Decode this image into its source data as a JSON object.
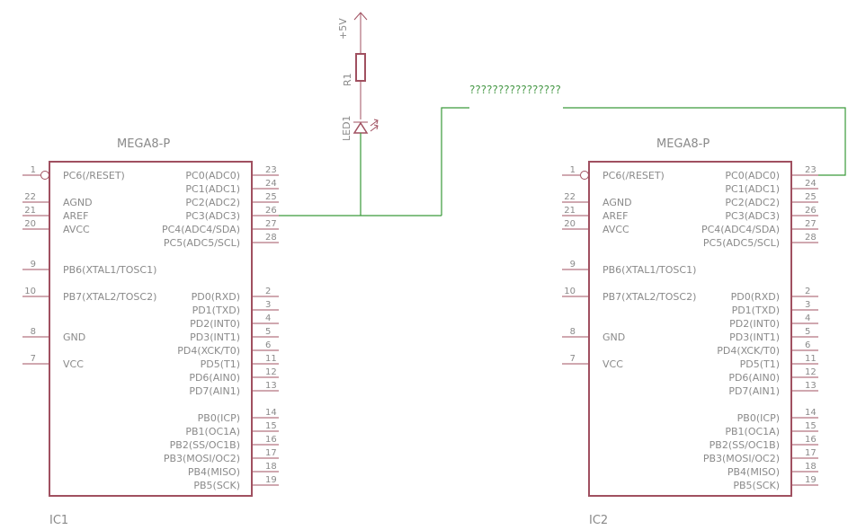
{
  "net_label": "????????????????",
  "power": {
    "label": "+5V"
  },
  "resistor": {
    "name": "R1"
  },
  "led": {
    "name": "LED1"
  },
  "chips": [
    {
      "id": "ic1",
      "type": "MEGA8-P",
      "name": "IC1",
      "left_pins": [
        {
          "num": "1",
          "label": "PC6(/RESET)",
          "inverted": true
        },
        {
          "num": "22",
          "label": "AGND"
        },
        {
          "num": "21",
          "label": "AREF"
        },
        {
          "num": "20",
          "label": "AVCC"
        },
        {
          "num": "9",
          "label": "PB6(XTAL1/TOSC1)"
        },
        {
          "num": "10",
          "label": "PB7(XTAL2/TOSC2)"
        },
        {
          "num": "8",
          "label": "GND"
        },
        {
          "num": "7",
          "label": "VCC"
        }
      ],
      "right_pins": [
        {
          "num": "23",
          "label": "PC0(ADC0)"
        },
        {
          "num": "24",
          "label": "PC1(ADC1)"
        },
        {
          "num": "25",
          "label": "PC2(ADC2)"
        },
        {
          "num": "26",
          "label": "PC3(ADC3)"
        },
        {
          "num": "27",
          "label": "PC4(ADC4/SDA)"
        },
        {
          "num": "28",
          "label": "PC5(ADC5/SCL)"
        },
        {
          "num": "2",
          "label": "PD0(RXD)"
        },
        {
          "num": "3",
          "label": "PD1(TXD)"
        },
        {
          "num": "4",
          "label": "PD2(INT0)"
        },
        {
          "num": "5",
          "label": "PD3(INT1)"
        },
        {
          "num": "6",
          "label": "PD4(XCK/T0)"
        },
        {
          "num": "11",
          "label": "PD5(T1)"
        },
        {
          "num": "12",
          "label": "PD6(AIN0)"
        },
        {
          "num": "13",
          "label": "PD7(AIN1)"
        },
        {
          "num": "14",
          "label": "PB0(ICP)"
        },
        {
          "num": "15",
          "label": "PB1(OC1A)"
        },
        {
          "num": "16",
          "label": "PB2(SS/OC1B)"
        },
        {
          "num": "17",
          "label": "PB3(MOSI/OC2)"
        },
        {
          "num": "18",
          "label": "PB4(MISO)"
        },
        {
          "num": "19",
          "label": "PB5(SCK)"
        }
      ]
    },
    {
      "id": "ic2",
      "type": "MEGA8-P",
      "name": "IC2",
      "left_pins": [
        {
          "num": "1",
          "label": "PC6(/RESET)",
          "inverted": true
        },
        {
          "num": "22",
          "label": "AGND"
        },
        {
          "num": "21",
          "label": "AREF"
        },
        {
          "num": "20",
          "label": "AVCC"
        },
        {
          "num": "9",
          "label": "PB6(XTAL1/TOSC1)"
        },
        {
          "num": "10",
          "label": "PB7(XTAL2/TOSC2)"
        },
        {
          "num": "8",
          "label": "GND"
        },
        {
          "num": "7",
          "label": "VCC"
        }
      ],
      "right_pins": [
        {
          "num": "23",
          "label": "PC0(ADC0)"
        },
        {
          "num": "24",
          "label": "PC1(ADC1)"
        },
        {
          "num": "25",
          "label": "PC2(ADC2)"
        },
        {
          "num": "26",
          "label": "PC3(ADC3)"
        },
        {
          "num": "27",
          "label": "PC4(ADC4/SDA)"
        },
        {
          "num": "28",
          "label": "PC5(ADC5/SCL)"
        },
        {
          "num": "2",
          "label": "PD0(RXD)"
        },
        {
          "num": "3",
          "label": "PD1(TXD)"
        },
        {
          "num": "4",
          "label": "PD2(INT0)"
        },
        {
          "num": "5",
          "label": "PD3(INT1)"
        },
        {
          "num": "6",
          "label": "PD4(XCK/T0)"
        },
        {
          "num": "11",
          "label": "PD5(T1)"
        },
        {
          "num": "12",
          "label": "PD6(AIN0)"
        },
        {
          "num": "13",
          "label": "PD7(AIN1)"
        },
        {
          "num": "14",
          "label": "PB0(ICP)"
        },
        {
          "num": "15",
          "label": "PB1(OC1A)"
        },
        {
          "num": "16",
          "label": "PB2(SS/OC1B)"
        },
        {
          "num": "17",
          "label": "PB3(MOSI/OC2)"
        },
        {
          "num": "18",
          "label": "PB4(MISO)"
        },
        {
          "num": "19",
          "label": "PB5(SCK)"
        }
      ]
    }
  ]
}
